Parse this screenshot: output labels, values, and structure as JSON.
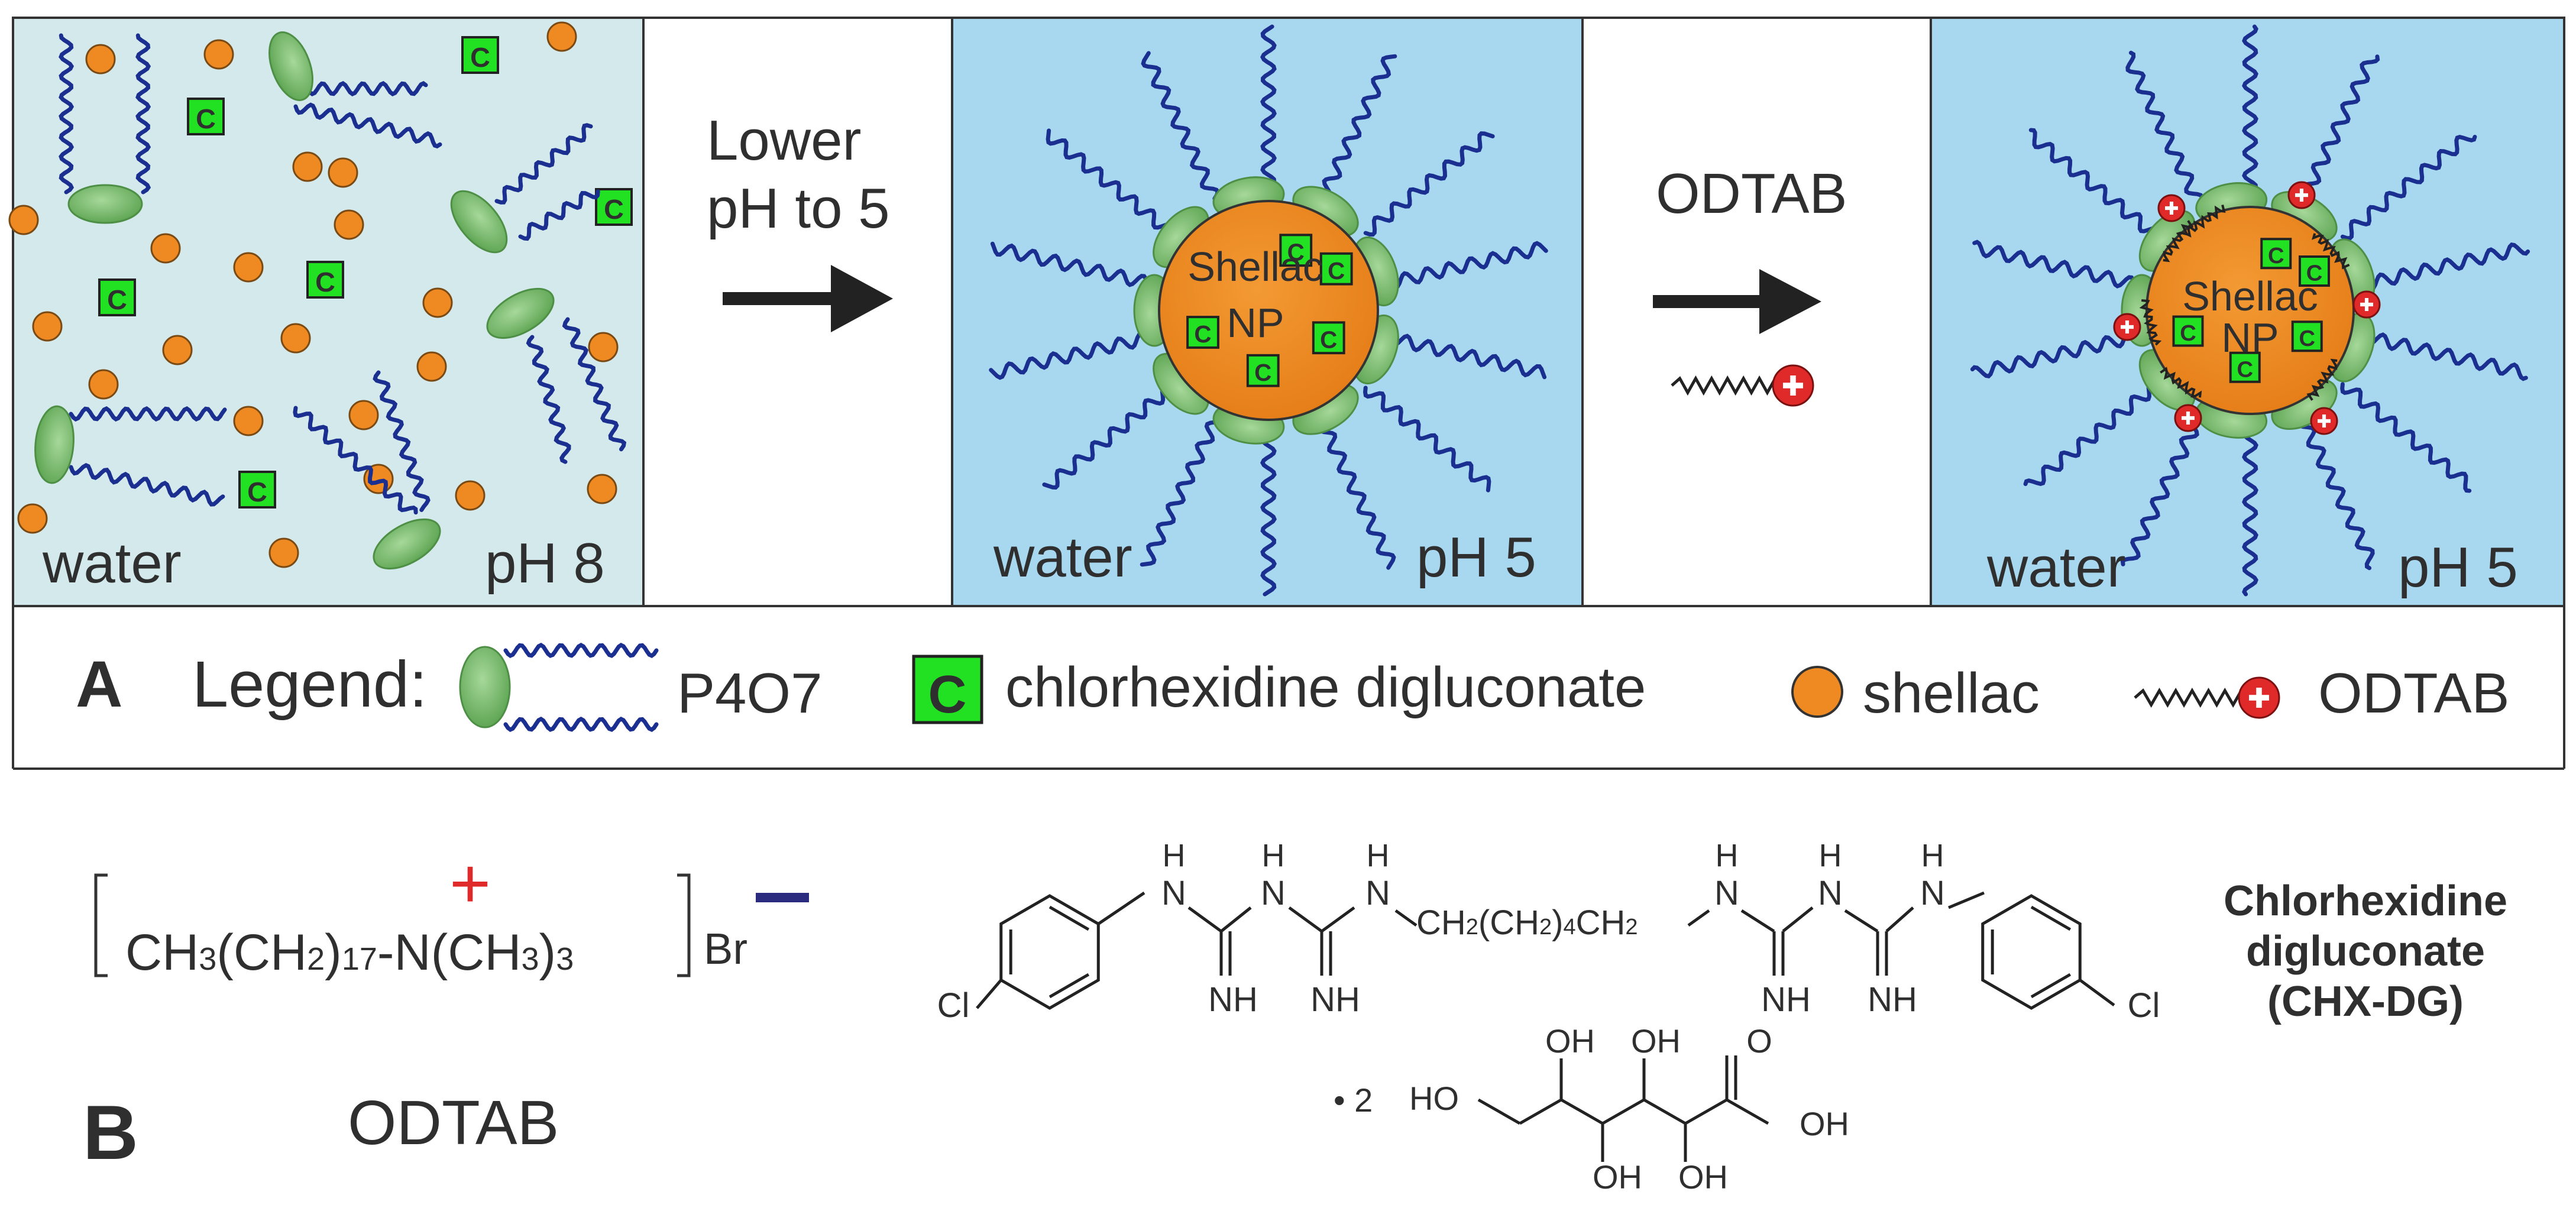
{
  "panel_a": {
    "label": "A",
    "boxes": [
      {
        "medium": "water",
        "ph": "pH 8"
      },
      {
        "medium": "water",
        "ph": "pH 5",
        "core_line1": "Shellac",
        "core_line2": "NP"
      },
      {
        "medium": "water",
        "ph": "pH 5",
        "core_line1": "Shellac",
        "core_line2": "NP"
      }
    ],
    "step1": {
      "line1": "Lower",
      "line2": "pH to 5"
    },
    "step2": {
      "label": "ODTAB"
    },
    "chx_symbol": "C",
    "legend": {
      "title": "Legend:",
      "p4o7": "P4O7",
      "chx": "chlorhexidine digluconate",
      "shellac": "shellac",
      "odtab": "ODTAB"
    }
  },
  "panel_b": {
    "label": "B",
    "odtab_formula": {
      "part1": "CH",
      "sub1": "3",
      "part2": "(CH",
      "sub2": "2",
      "part3": ")",
      "sub3": "17",
      "part4": "-N(CH",
      "sub4": "3",
      "part5": ")",
      "sub5": "3",
      "counterion": "Br",
      "plus": "+",
      "minus": "−"
    },
    "odtab_name": "ODTAB",
    "chx": {
      "cl": "Cl",
      "h": "H",
      "n": "N",
      "nh": "NH",
      "chain1": "CH",
      "chain_sub1": "2",
      "chain2": "(CH",
      "chain_sub2": "2",
      "chain3": ")",
      "chain_sub3": "4",
      "chain4": "CH",
      "chain_sub4": "2",
      "salt_prefix": "• 2",
      "oh": "OH",
      "ho": "HO",
      "o": "O",
      "name_line1": "Chlorhexidine",
      "name_line2": "digluconate",
      "name_line3": "(CHX-DG)"
    }
  },
  "colors": {
    "box1_fill": "#d3e9eb",
    "box23_fill": "#a8d8f0",
    "tail": "#1a2f8f",
    "head": "#7bbf6f",
    "shellac": "#ef8a22",
    "chx_fill": "#22e022",
    "odtab_plus": "#e02a2a"
  }
}
